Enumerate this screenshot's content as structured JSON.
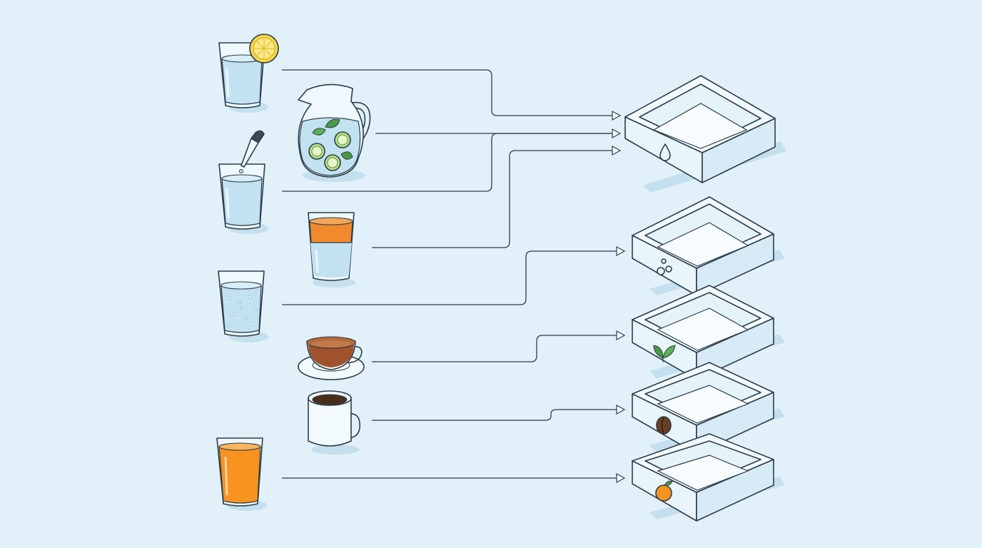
{
  "diagram": {
    "background": "#e2f1f9",
    "outline_color": "#2c3e4a",
    "drinks": [
      {
        "id": "lemon-water",
        "icon": "lemon-water-glass-icon",
        "liquid": "#c3e2f1",
        "target": "water-bin"
      },
      {
        "id": "cucumber-mint-pitcher",
        "icon": "cucumber-mint-pitcher-icon",
        "liquid": "#c3e2f1",
        "target": "water-bin"
      },
      {
        "id": "flavor-drops-water",
        "icon": "dropper-water-glass-icon",
        "liquid": "#c3e2f1",
        "target": "water-bin"
      },
      {
        "id": "layered-orange-drink",
        "icon": "layered-drink-glass-icon",
        "liquid": "#f08a2c",
        "target": "water-bin"
      },
      {
        "id": "sparkling-water",
        "icon": "sparkling-water-glass-icon",
        "liquid": "#c3e2f1",
        "target": "sparkling-bin"
      },
      {
        "id": "tea",
        "icon": "tea-cup-icon",
        "liquid": "#a0522d",
        "target": "tea-bin"
      },
      {
        "id": "coffee",
        "icon": "coffee-mug-icon",
        "liquid": "#4a2c1a",
        "target": "coffee-bin"
      },
      {
        "id": "orange-juice",
        "icon": "orange-juice-glass-icon",
        "liquid": "#f7931e",
        "target": "juice-bin"
      }
    ],
    "bins": [
      {
        "id": "water-bin",
        "icon": "water-drop-icon"
      },
      {
        "id": "sparkling-bin",
        "icon": "bubbles-icon"
      },
      {
        "id": "tea-bin",
        "icon": "leaf-icon"
      },
      {
        "id": "coffee-bin",
        "icon": "coffee-bean-icon"
      },
      {
        "id": "juice-bin",
        "icon": "orange-fruit-icon"
      }
    ]
  }
}
